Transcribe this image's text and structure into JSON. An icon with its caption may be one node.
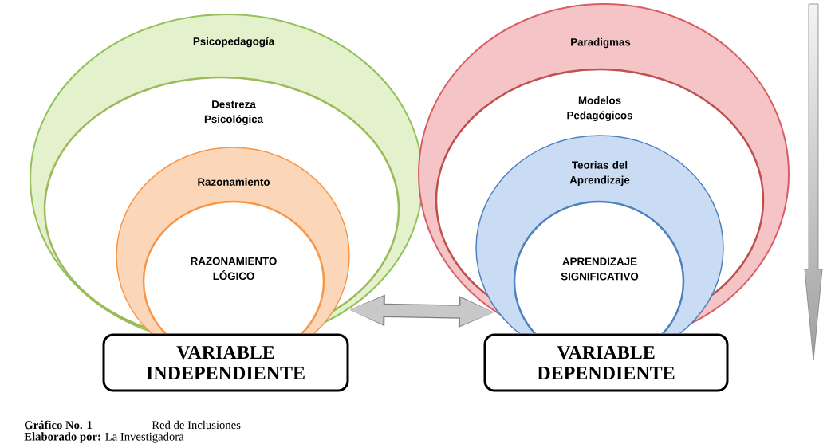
{
  "diagram": {
    "nodes": [
      {
        "text": [
          "Psicopedagogía"
        ]
      },
      {
        "text": [
          "Destreza Psicológica"
        ],
        "in": 0
      },
      {
        "text": [
          "Razonamiento"
        ],
        "in": 1
      },
      {
        "text": [
          "RAZONAMIENTO LÓGICO"
        ],
        "in": 2
      },
      {
        "text": [
          "Paradigmas"
        ]
      },
      {
        "text": [
          "Modelos Pedagógicos"
        ],
        "in": 4
      },
      {
        "text": [
          "Teorias del Aprendizaje"
        ],
        "in": 5
      },
      {
        "text": [
          "APRENDIZAJE SIGNIFICATIVO"
        ],
        "in": 6
      },
      {
        "text": [
          "VARIABLE INDEPENDIENTE"
        ]
      },
      {
        "text": [
          "VARIABLE DEPENDIENTE"
        ]
      }
    ],
    "edges": [
      {
        "from": 0,
        "to": 4,
        "arrow": "both"
      }
    ],
    "labels": [
      "Gráfico No. 1",
      "Red de Inclusiones",
      "**Elaborado por:** La Investigadora"
    ]
  }
}
